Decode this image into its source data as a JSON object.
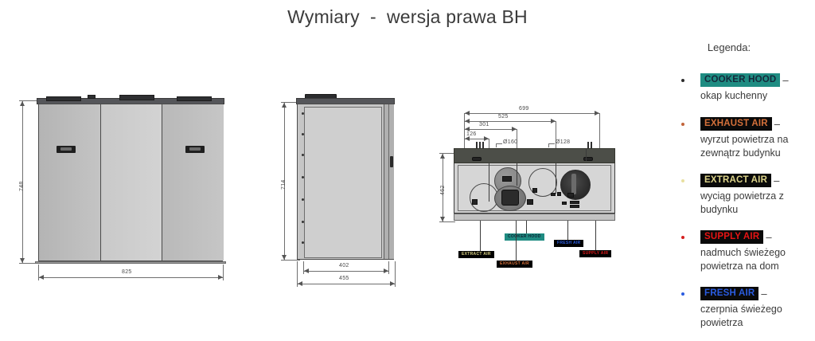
{
  "title": "Wymiary  -  wersja prawa BH",
  "front_view": {
    "name": "front-view",
    "dimensions": {
      "height": "748",
      "width": "825"
    }
  },
  "side_view": {
    "name": "side-view",
    "dimensions": {
      "height": "714",
      "depth_inner": "402",
      "depth_outer": "455"
    }
  },
  "top_view": {
    "name": "top-view",
    "dimensions": {
      "overall": "699",
      "d525": "525",
      "d301": "301",
      "d126": "126",
      "diam160": "Ø160",
      "diam128": "Ø128",
      "height": "462"
    },
    "callouts": [
      {
        "label": "COOKER HOOD",
        "bg": "#1f8c82",
        "fg": "#0d2535"
      },
      {
        "label": "FRESH AIR",
        "bg": "#000000",
        "fg": "#2a5ce0"
      },
      {
        "label": "EXTRACT AIR",
        "bg": "#000000",
        "fg": "#d8cf82"
      },
      {
        "label": "EXHAUST AIR",
        "bg": "#000000",
        "fg": "#d4703a"
      },
      {
        "label": "SUPPLY AIR",
        "bg": "#000000",
        "fg": "#e01b1b"
      }
    ]
  },
  "legend": {
    "title": "Legenda:",
    "items": [
      {
        "label": "COOKER HOOD",
        "dash": "–",
        "description": "okap kuchenny",
        "bg": "#1f8c82",
        "fg": "#15283a",
        "bullet": "#2b2b2b"
      },
      {
        "label": "EXHAUST AIR",
        "dash": "–",
        "description": "wyrzut powietrza na zewnątrz budynku",
        "bg": "#0a0a0a",
        "fg": "#d4703a",
        "bullet": "#c2643a"
      },
      {
        "label": "EXTRACT AIR",
        "dash": "–",
        "description": "wyciąg powietrza z budynku",
        "bg": "#0a0a0a",
        "fg": "#ddd48a",
        "bullet": "#e8e0a0"
      },
      {
        "label": "SUPPLY AIR",
        "dash": "–",
        "description": "nadmuch świeżego powietrza na dom",
        "bg": "#0a0a0a",
        "fg": "#e81414",
        "bullet": "#d51f1f"
      },
      {
        "label": "FRESH AIR",
        "dash": "–",
        "description": "czerpnia świeżego powietrza",
        "bg": "#0a0a0a",
        "fg": "#2a5ce0",
        "bullet": "#2a5ce0"
      }
    ]
  }
}
